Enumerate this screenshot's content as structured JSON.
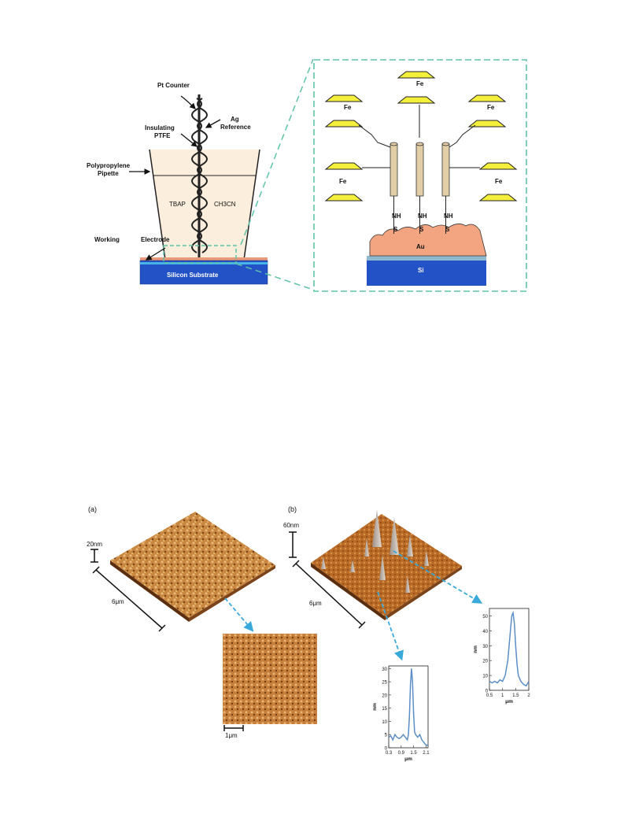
{
  "setup": {
    "pt_counter": "Pt Counter",
    "ag_reference": [
      "Ag",
      "Reference"
    ],
    "insulating_ptfe": [
      "Insulating",
      "PTFE"
    ],
    "polypropylene_pipette": [
      "Polypropylene",
      "Pipette"
    ],
    "tbap": "TBAP",
    "ch3cn": "CH3CN",
    "working": "Working",
    "electrode": "Electrode",
    "silicon_substrate": "Silicon Substrate"
  },
  "molecule": {
    "fe": "Fe",
    "au": "Au",
    "si": "Si",
    "nh": "NH",
    "s": "S"
  },
  "afm": {
    "panel_a": "(a)",
    "panel_b": "(b)",
    "scale_a_height": "20nm",
    "scale_a_lateral": "6μm",
    "scale_b_height": "60nm",
    "scale_b_lateral": "6μm",
    "inset_scale": "1μm"
  },
  "colors": {
    "pipette_fill": "#fbeedd",
    "au": "#f3a582",
    "si": "#2352c6",
    "ferrocene": "#f4ef3a",
    "linker": "#e3cfa7",
    "dash": "#5fc3a8",
    "arrow_blue": "#39a9dc",
    "profile_line": "#5b8ec7"
  },
  "chart_data": [
    {
      "type": "line",
      "xlabel": "μm",
      "ylabel": "nm",
      "xlim": [
        0.3,
        2.2
      ],
      "ylim": [
        0,
        31
      ],
      "xticks": [
        "0.3",
        "0.9",
        "1.5",
        "2.1"
      ],
      "yticks": [
        "0",
        "5",
        "10",
        "15",
        "20",
        "25",
        "30"
      ],
      "x": [
        0.3,
        0.4,
        0.5,
        0.6,
        0.7,
        0.8,
        0.9,
        1.0,
        1.1,
        1.2,
        1.25,
        1.3,
        1.35,
        1.4,
        1.45,
        1.5,
        1.55,
        1.6,
        1.7,
        1.8,
        1.9,
        2.0,
        2.1,
        2.2
      ],
      "y": [
        4,
        4.5,
        3,
        5,
        4,
        3.5,
        4,
        5,
        4,
        3,
        5,
        12,
        24,
        30,
        25,
        13,
        6,
        5,
        4,
        5,
        3,
        2,
        1,
        1
      ]
    },
    {
      "type": "line",
      "xlabel": "μm",
      "ylabel": "nm",
      "xlim": [
        0.5,
        2.0
      ],
      "ylim": [
        0,
        55
      ],
      "xticks": [
        "0.5",
        "1",
        "1.5",
        "2"
      ],
      "yticks": [
        "0",
        "10",
        "20",
        "30",
        "40",
        "50"
      ],
      "x": [
        0.5,
        0.6,
        0.7,
        0.8,
        0.9,
        1.0,
        1.1,
        1.2,
        1.3,
        1.35,
        1.4,
        1.45,
        1.5,
        1.55,
        1.6,
        1.7,
        1.8,
        1.9,
        2.0
      ],
      "y": [
        6,
        5,
        6,
        5,
        7,
        6,
        10,
        20,
        40,
        50,
        52,
        45,
        30,
        18,
        10,
        6,
        4,
        3,
        6
      ]
    }
  ]
}
